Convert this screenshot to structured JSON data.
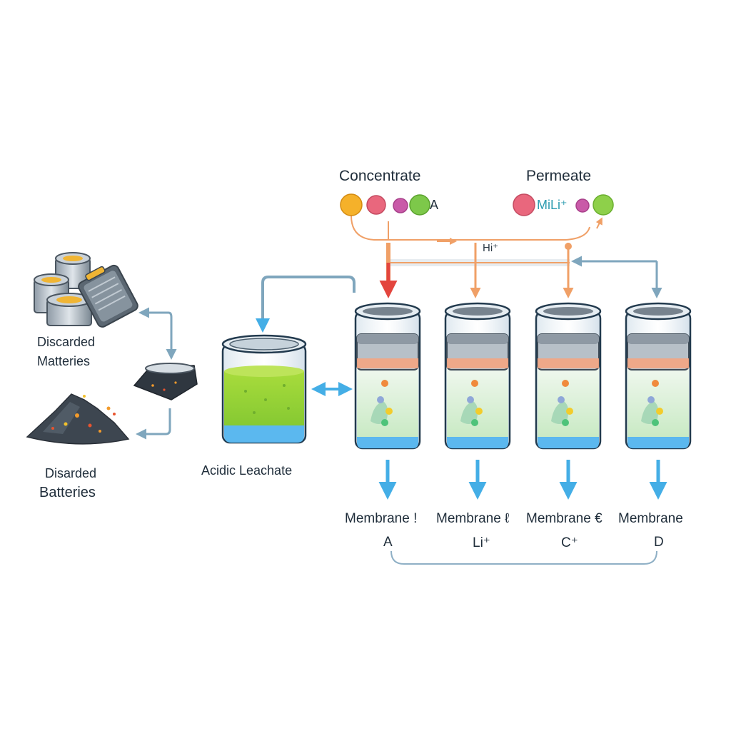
{
  "labels": {
    "discarded_matteries": [
      "Discarded",
      "Matteries"
    ],
    "disarded_batteries": [
      "Disarded",
      "Batteries"
    ],
    "acidic_leachate": "Acidic Leachate",
    "concentrate": "Concentrate",
    "concentrate_tag": "A",
    "permeate": "Permeate",
    "permeate_tag": "MiLi⁺",
    "pipe_tag": "Hi⁺",
    "membranes": [
      {
        "name": "Membrane !",
        "ion": "A"
      },
      {
        "name": "Membrane ℓ",
        "ion": "Li⁺"
      },
      {
        "name": "Membrane €",
        "ion": "C⁺"
      },
      {
        "name": "Membrane",
        "ion": "D"
      }
    ]
  },
  "colors": {
    "concentrate_balls": [
      "#f5b12a",
      "#e9677d",
      "#c95aa8",
      "#7dc84a"
    ],
    "permeate_balls": [
      "#e9677d",
      "#c95aa8",
      "#8ed04a"
    ],
    "liquid_green": "#9bd83a",
    "liquid_blue": "#5bb8ef",
    "arrow_blue": "#44aee6",
    "arrow_orange": "#f0a067",
    "arrow_red": "#e3453e",
    "band_salmon": "#f4a582"
  },
  "icons": [
    "battery-stack-icon",
    "battery-rubble-icon",
    "battery-tray-icon",
    "beaker-icon"
  ]
}
